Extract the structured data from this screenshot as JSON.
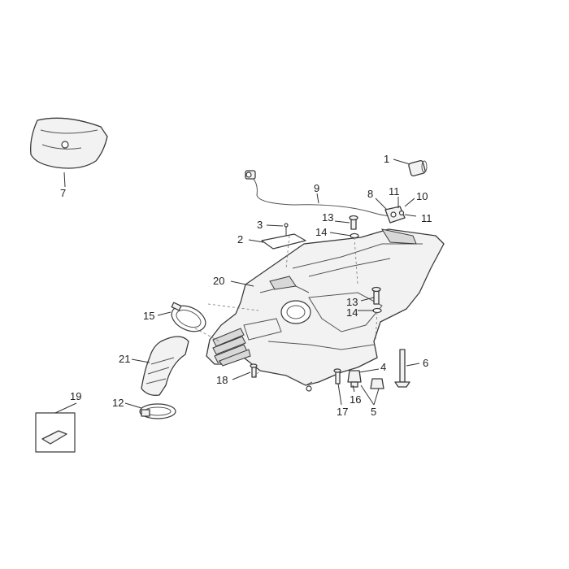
{
  "callouts": {
    "c1": "1",
    "c2": "2",
    "c3": "3",
    "c4": "4",
    "c5": "5",
    "c6": "6",
    "c7": "7",
    "c8": "8",
    "c9": "9",
    "c10": "10",
    "c11a": "11",
    "c11b": "11",
    "c12": "12",
    "c13a": "13",
    "c13b": "13",
    "c14a": "14",
    "c14b": "14",
    "c15": "15",
    "c16": "16",
    "c17": "17",
    "c18": "18",
    "c19": "19",
    "c20": "20",
    "c21": "21"
  },
  "colors": {
    "line": "#3a3a3a",
    "fill": "#f2f2f2",
    "text": "#222222"
  }
}
